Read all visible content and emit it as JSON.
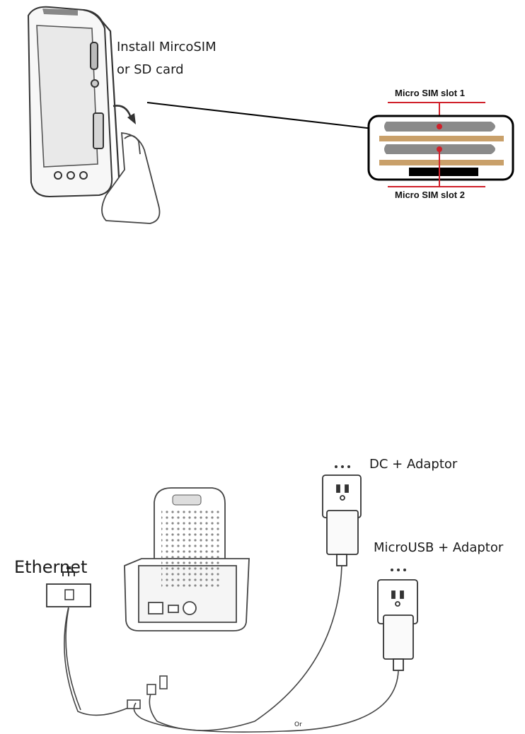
{
  "sim_section": {
    "instruction_line1": "Install MircoSIM",
    "instruction_line2": "or SD card",
    "slot1_label": "Micro SIM slot 1",
    "slot2_label": "Micro SIM slot 2",
    "accent_color": "#d0202a",
    "contact_color": "#c9a06a"
  },
  "cradle_section": {
    "ethernet_label": "Ethernet",
    "dc_label": "DC + Adaptor",
    "microusb_label": "MicroUSB + Adaptor",
    "or_label": "Or"
  }
}
